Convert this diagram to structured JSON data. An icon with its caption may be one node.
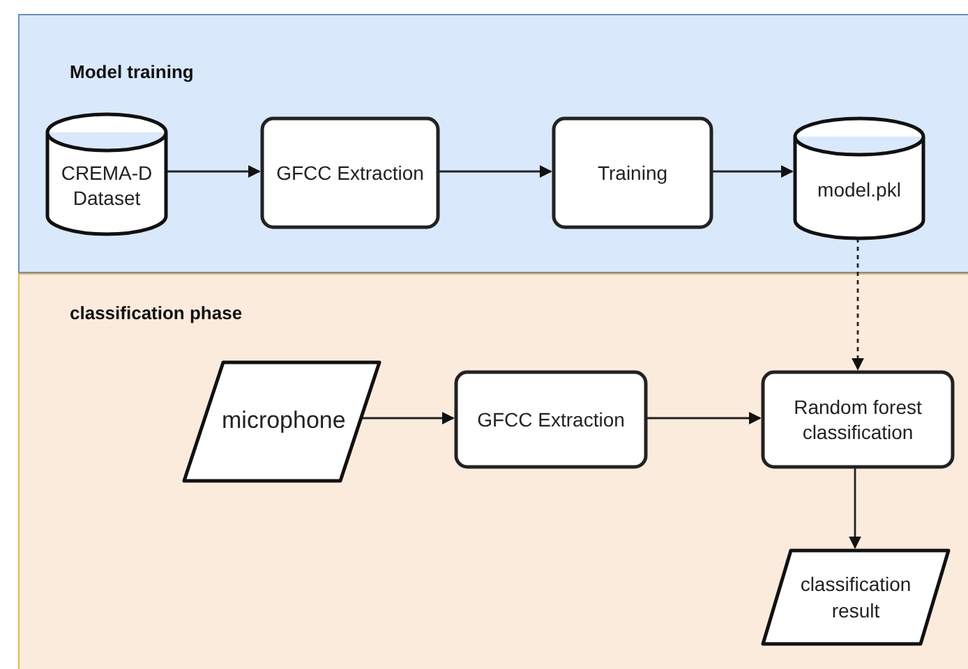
{
  "diagram": {
    "nodes": [
      {
        "text": [
          "Model training"
        ]
      },
      {
        "text": [
          "CREMA-D Dataset"
        ],
        "in": 0
      },
      {
        "text": [
          "GFCC Extraction"
        ],
        "in": 0
      },
      {
        "text": [
          "Training"
        ],
        "in": 0
      },
      {
        "text": [
          "model.pkl"
        ],
        "in": 0
      },
      {
        "text": [
          "classification phase"
        ]
      },
      {
        "text": [
          "microphone"
        ],
        "in": 5
      },
      {
        "text": [
          "GFCC Extraction"
        ],
        "in": 5
      },
      {
        "text": [
          "Random forest classification"
        ],
        "in": 5
      },
      {
        "text": [
          "classification result"
        ],
        "in": 5
      }
    ],
    "edges": [
      {
        "from": 1,
        "to": 2,
        "arrow": "to"
      },
      {
        "from": 2,
        "to": 3,
        "arrow": "to"
      },
      {
        "from": 3,
        "to": 4,
        "arrow": "to"
      },
      {
        "from": 4,
        "to": 8,
        "arrow": "to",
        "style": "dashed"
      },
      {
        "from": 6,
        "to": 7,
        "arrow": "to"
      },
      {
        "from": 7,
        "to": 8,
        "arrow": "to"
      },
      {
        "from": 8,
        "to": 9,
        "arrow": "to"
      }
    ]
  }
}
